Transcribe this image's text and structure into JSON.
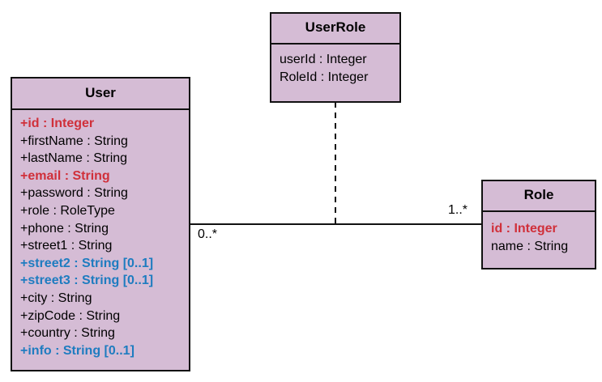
{
  "classes": {
    "userrole": {
      "name": "UserRole",
      "attributes": [
        {
          "text": "userId : Integer",
          "style": "normal"
        },
        {
          "text": "RoleId : Integer",
          "style": "normal"
        }
      ]
    },
    "user": {
      "name": "User",
      "attributes": [
        {
          "text": "+id : Integer",
          "style": "pk"
        },
        {
          "text": "+firstName : String",
          "style": "normal"
        },
        {
          "text": "+lastName : String",
          "style": "normal"
        },
        {
          "text": "+email : String",
          "style": "pk"
        },
        {
          "text": "+password : String",
          "style": "normal"
        },
        {
          "text": "+role : RoleType",
          "style": "normal"
        },
        {
          "text": "+phone : String",
          "style": "normal"
        },
        {
          "text": "+street1 : String",
          "style": "normal"
        },
        {
          "text": "+street2 : String [0..1]",
          "style": "opt"
        },
        {
          "text": "+street3 : String [0..1]",
          "style": "opt"
        },
        {
          "text": "+city : String",
          "style": "normal"
        },
        {
          "text": "+zipCode : String",
          "style": "normal"
        },
        {
          "text": "+country : String",
          "style": "normal"
        },
        {
          "text": "+info : String [0..1]",
          "style": "opt"
        }
      ]
    },
    "role": {
      "name": "Role",
      "attributes": [
        {
          "text": "id : Integer",
          "style": "pk"
        },
        {
          "text": "name : String",
          "style": "normal"
        }
      ]
    }
  },
  "multiplicities": {
    "user_end": "0..*",
    "role_end": "1..*"
  },
  "colors": {
    "class_fill": "#d5bcd5",
    "primary_key": "#d0303a",
    "optional": "#1e7cc0",
    "border": "#111111"
  }
}
